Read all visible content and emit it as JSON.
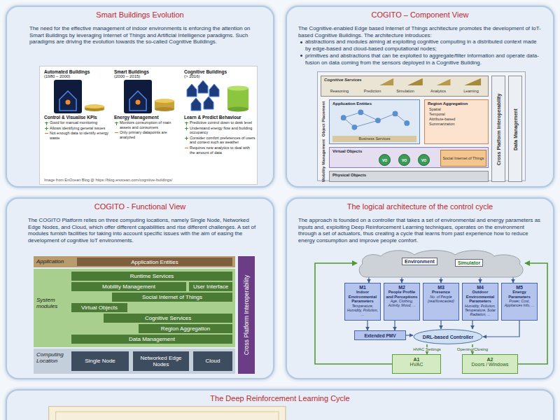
{
  "diagram": {
    "nodes": [
      {
        "text": [
          "Smart Buildings Evolution",
          "The need for the effective management of indoor environments is enforcing the attention on Smart Buildings by leveraging Internet of Things and Artificial Intelligence paradigms. Such paradigms are driving the evolution towards the so-called Cognitive Buildings."
        ]
      },
      {
        "text": [
          "Image from EnOcean Blog @ https://blog.enocean.com/cognitive-buildings/"
        ],
        "in": 0
      },
      {
        "text": [
          "Automated Buildings",
          "(1980 – 2000)",
          "Control & Visualise KPIs",
          "Good for manual monitoring",
          "Allows identifying general issues",
          "Not enough data to identify energy waste"
        ],
        "in": 1
      },
      {
        "text": [
          "Smart Buildings",
          "(2000 – 2015)",
          "Energy Management",
          "Monitors consumption of main assets and consumers",
          "Only primary datapoints are analyzed"
        ],
        "in": 1
      },
      {
        "text": [
          "Cognitive Buildings",
          "(> 2016)",
          "Learn & Predict Behaviour",
          "Predictive control down to desk level",
          "Understand energy flow and building occupancy",
          "Consider comfort preferences of users and context such as weather",
          "Requires new analytics to deal with the amount of data"
        ],
        "in": 1
      },
      {
        "text": [
          "COGITO – Component View",
          "The Cognitive-enabled Edge based Internet of Things architecture promotes the development of IoT-based Cognitive Buildings. The architecture introduces:",
          "abstractions and modules aiming at exploiting cognitive computing in a distributed context made by edge-based and cloud-based computational nodes;",
          "primitives and abstractions that can be exploited to aggregate/filter information and operate data-fusion on data coming from the sensors deployed in a Cognitive Building."
        ]
      },
      {
        "text": [
          "Cognitive Services",
          "Reasoning",
          "Prediction",
          "Simulation",
          "Analytics",
          "Learning"
        ],
        "in": 5
      },
      {
        "text": [
          "Application Entities",
          "Business Services"
        ],
        "in": 5
      },
      {
        "text": [
          "Region Aggregation",
          "Spatial",
          "Temporal",
          "Attribute-based",
          "Summarization"
        ],
        "in": 5
      },
      {
        "text": [
          "Virtual Objects"
        ],
        "in": 5
      },
      {
        "text": [
          "VO"
        ],
        "in": 9
      },
      {
        "text": [
          "VO"
        ],
        "in": 9
      },
      {
        "text": [
          "VO"
        ],
        "in": 9
      },
      {
        "text": [
          "Social Internet of Things"
        ],
        "in": 9
      },
      {
        "text": [
          "Physical Objects"
        ],
        "in": 5
      },
      {
        "text": [
          "Cross Platform Interoperability"
        ],
        "in": 5
      },
      {
        "text": [
          "Data Management"
        ],
        "in": 5
      },
      {
        "text": [
          "COGITO - Functional View",
          "The COGITO Platform relies on three computing locations, namely Single Node, Networked Edge Nodes, and Cloud, which offer different capabilities and rise different challenges. A set of modules furnish facilities for taking into account specific issues with the aim of easing the development of cognitive IoT environments."
        ]
      },
      {
        "text": [
          "Application"
        ],
        "in": 17
      },
      {
        "text": [
          "Application Entities"
        ],
        "in": 18
      },
      {
        "text": [
          "System modules"
        ],
        "in": 17
      },
      {
        "text": [
          "Runtime Services"
        ],
        "in": 20
      },
      {
        "text": [
          "Mobility Management"
        ],
        "in": 20
      },
      {
        "text": [
          "User Interface"
        ],
        "in": 20
      },
      {
        "text": [
          "Social Internet of Things"
        ],
        "in": 20
      },
      {
        "text": [
          "Virtual Objects"
        ],
        "in": 20
      },
      {
        "text": [
          "Cognitive Services"
        ],
        "in": 20
      },
      {
        "text": [
          "Region Aggregation"
        ],
        "in": 20
      },
      {
        "text": [
          "Data Management"
        ],
        "in": 20
      },
      {
        "text": [
          "Computing Location"
        ],
        "in": 17
      },
      {
        "text": [
          "Single Node"
        ],
        "in": 29
      },
      {
        "text": [
          "Networked Edge Nodes"
        ],
        "in": 29
      },
      {
        "text": [
          "Cloud"
        ],
        "in": 29
      },
      {
        "text": [
          "Cross Platform Interoperability"
        ],
        "in": 17
      },
      {
        "text": [
          "The logical architecture of the control cycle",
          "The approach is founded on a controller that takes a set of environmental and energy parameters as inputs and, exploiting Deep Reinforcement Learning techniques, operates on the environment through a set of actuators, thus creating a cycle that learns from past experience how to reduce energy consumption and improve people comfort."
        ]
      },
      {
        "text": [
          "Environment",
          "Simulator"
        ],
        "in": 34
      },
      {
        "text": [
          "M1",
          "Indoor Environmental Parameters",
          "Temperature, Humidity, Pollution, ..."
        ],
        "in": 34
      },
      {
        "text": [
          "M2",
          "People Profile and Perceptions",
          "Age, Clothing, Activity, Mood, ..."
        ],
        "in": 34
      },
      {
        "text": [
          "M3",
          "Presence",
          "No. of People (real/forecasted)"
        ],
        "in": 34
      },
      {
        "text": [
          "M4",
          "Outdoor Environmental Parameters",
          "Humidity, Pollution, Temperature, Solar Radiation, ..."
        ],
        "in": 34
      },
      {
        "text": [
          "M5",
          "Energy Parameters",
          "Power, Cost, Appliances Info, ..."
        ],
        "in": 34
      },
      {
        "text": [
          "Extended PMV"
        ],
        "in": 34
      },
      {
        "text": [
          "DRL-based Controller"
        ],
        "in": 34
      },
      {
        "text": [
          "A1",
          "HVAC"
        ],
        "in": 34
      },
      {
        "text": [
          "A2",
          "Doors / Windows"
        ],
        "in": 34
      },
      {
        "text": [
          "The Deep Reinforcement Learning Cycle"
        ]
      }
    ],
    "edges": [
      {
        "from": 35,
        "to": 36,
        "arrow": "to"
      },
      {
        "from": 35,
        "to": 37,
        "arrow": "to"
      },
      {
        "from": 35,
        "to": 38,
        "arrow": "to"
      },
      {
        "from": 35,
        "to": 39,
        "arrow": "to"
      },
      {
        "from": 35,
        "to": 40,
        "arrow": "to"
      },
      {
        "from": 36,
        "to": 41,
        "arrow": "to"
      },
      {
        "from": 37,
        "to": 41,
        "arrow": "to"
      },
      {
        "from": 41,
        "to": 42,
        "arrow": "to"
      },
      {
        "from": 38,
        "to": 42,
        "arrow": "to"
      },
      {
        "from": 39,
        "to": 42,
        "arrow": "to"
      },
      {
        "from": 40,
        "to": 42,
        "arrow": "to"
      },
      {
        "from": 42,
        "to": 43,
        "label": "HVAC Settings",
        "arrow": "to"
      },
      {
        "from": 42,
        "to": 44,
        "label": "Opening/Closing",
        "arrow": "to"
      },
      {
        "from": 43,
        "to": 35,
        "arrow": "to"
      },
      {
        "from": 44,
        "to": 35,
        "arrow": "to"
      }
    ],
    "labels": [
      "Object Placement",
      "Mobility Management"
    ]
  }
}
